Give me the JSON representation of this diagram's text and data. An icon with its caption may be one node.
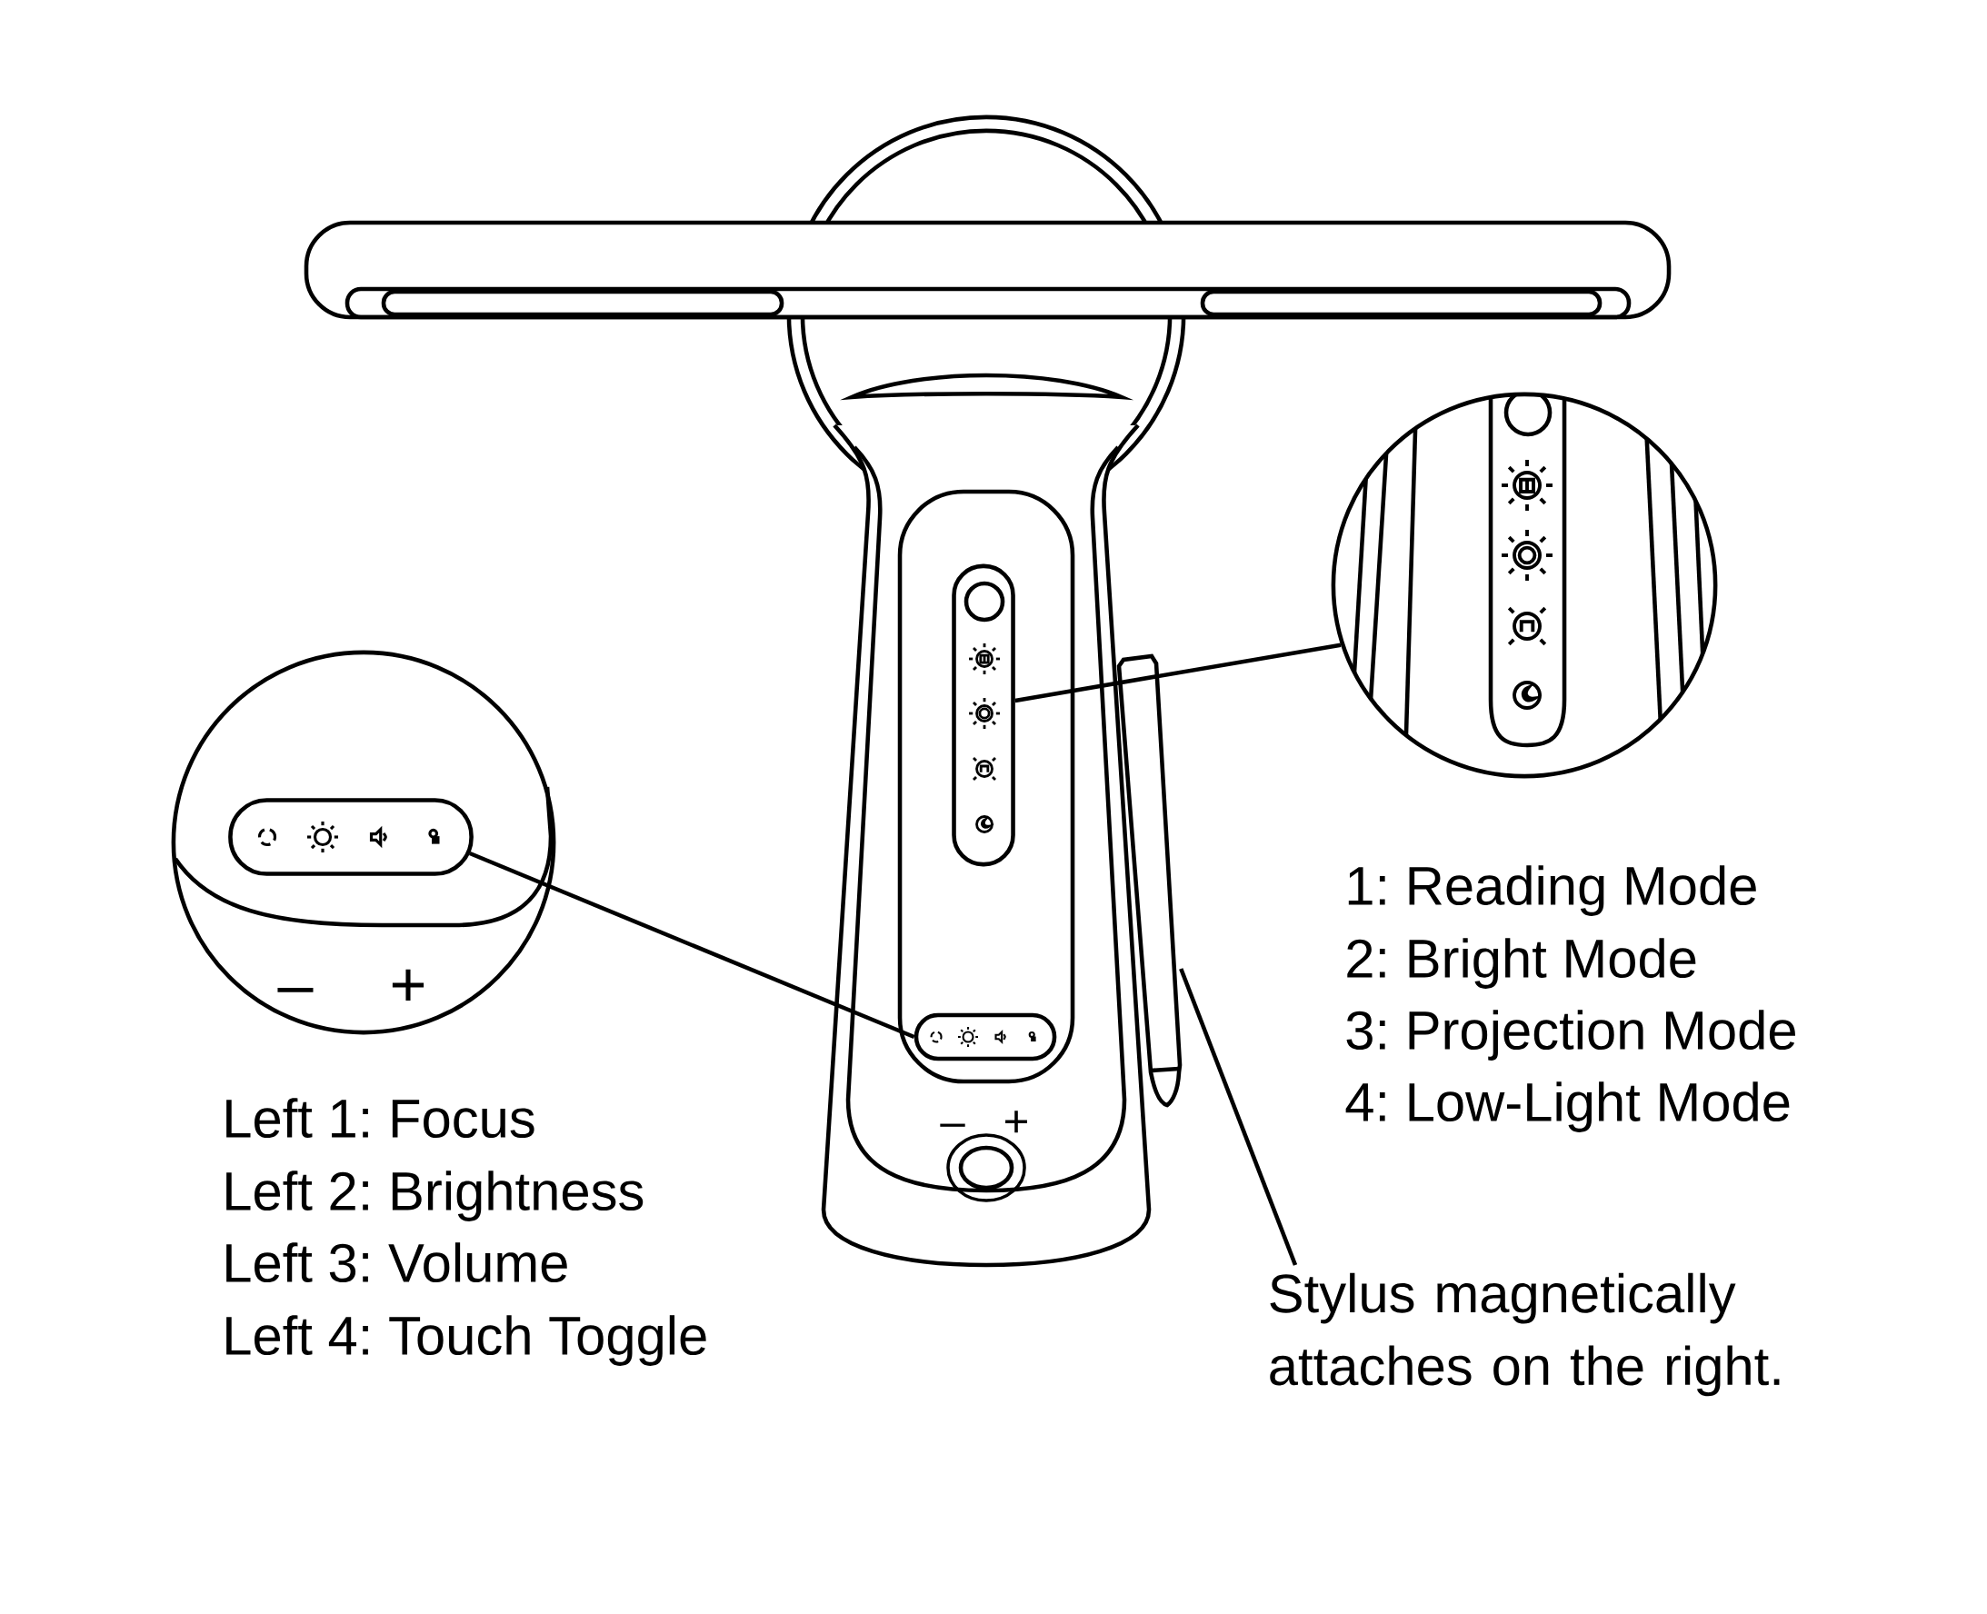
{
  "diagram": {
    "nodes": [
      {
        "text": [],
        "shape": "circle"
      },
      {
        "text": [],
        "shape": "box",
        "in": 0
      },
      {
        "text": [],
        "shape": "box"
      },
      {
        "text": [],
        "shape": "circle"
      },
      {
        "text": [],
        "shape": "box"
      },
      {
        "text": [],
        "shape": "picture"
      },
      {
        "text": [
          "Stylus magnetically attaches on the right."
        ]
      }
    ],
    "edges": [
      {
        "from": 1,
        "to": 2,
        "arrow": "none"
      },
      {
        "from": 4,
        "to": 3,
        "arrow": "none"
      },
      {
        "from": 6,
        "to": 5,
        "arrow": "none"
      }
    ],
    "labels": [
      "1: Reading Mode",
      "2: Bright Mode",
      "3: Projection Mode",
      "4: Low-Light Mode",
      "–",
      "+",
      "–",
      "+",
      "Left 1: Focus",
      "Left 2: Brightness",
      "Left 3: Volume",
      "Left 4: Touch Toggle"
    ]
  }
}
